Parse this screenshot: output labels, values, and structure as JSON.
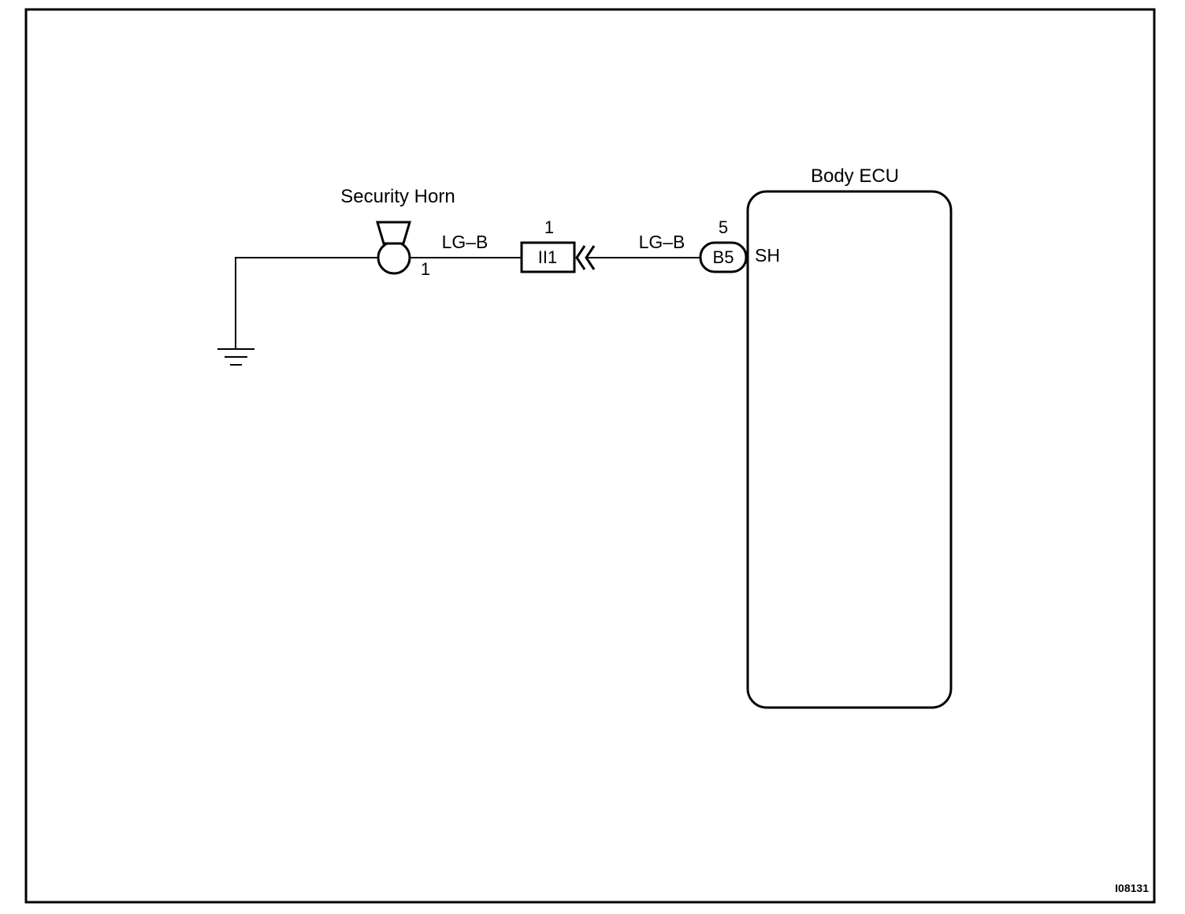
{
  "diagram": {
    "security_horn": {
      "label": "Security Horn",
      "pin": "1"
    },
    "wire_left": {
      "color_code": "LG–B"
    },
    "junction_connector": {
      "id": "II1",
      "pin": "1"
    },
    "wire_right": {
      "color_code": "LG–B"
    },
    "ecu_connector": {
      "id": "B5",
      "pin": "5",
      "terminal": "SH"
    },
    "body_ecu": {
      "label": "Body ECU"
    },
    "figure_code": "I08131"
  }
}
